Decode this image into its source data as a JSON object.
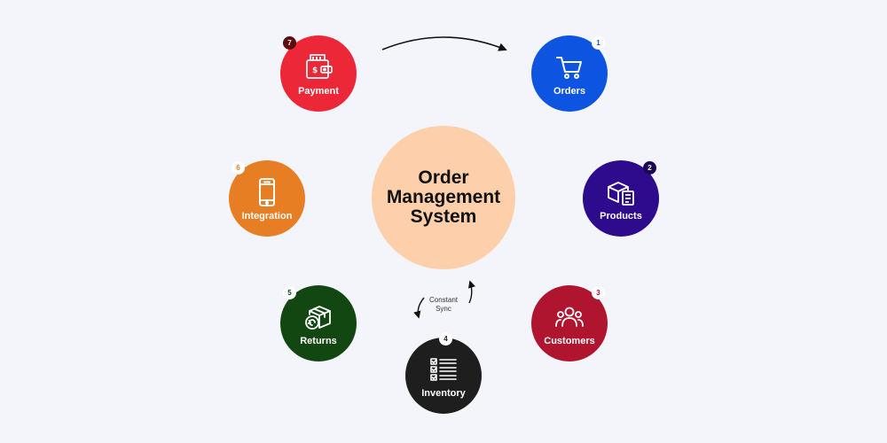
{
  "center": {
    "line1": "Order",
    "line2": "Management",
    "line3": "System",
    "color": "#fdd0ab"
  },
  "sync_label": {
    "line1": "Constant",
    "line2": "Sync"
  },
  "nodes": [
    {
      "label": "Orders",
      "number": "1",
      "color": "#0d55e0",
      "icon": "shopping-cart-icon"
    },
    {
      "label": "Products",
      "number": "2",
      "color": "#2e0a8c",
      "icon": "package-checklist-icon"
    },
    {
      "label": "Customers",
      "number": "3",
      "color": "#b01530",
      "icon": "customers-group-icon"
    },
    {
      "label": "Inventory",
      "number": "4",
      "color": "#1e1e1e",
      "icon": "checklist-icon"
    },
    {
      "label": "Returns",
      "number": "5",
      "color": "#124711",
      "icon": "return-box-icon"
    },
    {
      "label": "Integration",
      "number": "6",
      "color": "#e77e24",
      "icon": "smartphone-icon"
    },
    {
      "label": "Payment",
      "number": "7",
      "color": "#ec2838",
      "icon": "wallet-cash-icon"
    }
  ]
}
